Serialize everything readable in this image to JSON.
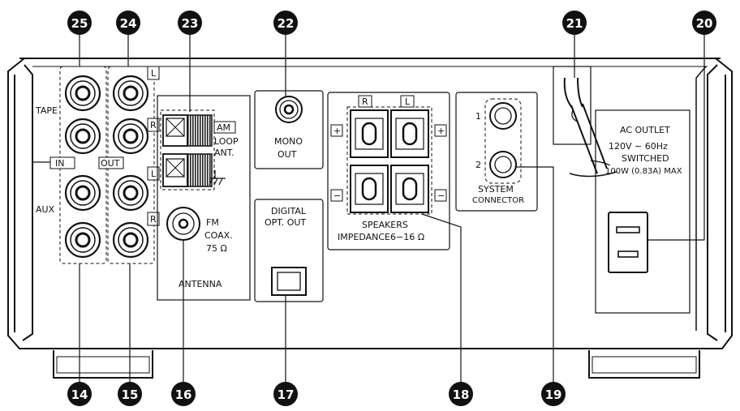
{
  "callouts": [
    "25",
    "24",
    "23",
    "22",
    "21",
    "20",
    "14",
    "15",
    "16",
    "17",
    "18",
    "19"
  ],
  "labels": {
    "tape": "TAPE",
    "aux": "AUX",
    "in": "IN",
    "out": "OUT",
    "l": "L",
    "r": "R",
    "am": "AM",
    "loop": "LOOP",
    "ant": "ANT.",
    "fm": "FM",
    "coax": "COAX.",
    "ohm75": "75 Ω",
    "antenna": "ANTENNA",
    "mono": "MONO",
    "mono_out": "OUT",
    "digital": "DIGITAL",
    "opt_out": "OPT. OUT",
    "plus": "+",
    "minus": "−",
    "speakers": "SPEAKERS",
    "impedance": "IMPEDANCE6−16 Ω",
    "sys_1": "1",
    "sys_2": "2",
    "system": "SYSTEM",
    "connector": "CONNECTOR",
    "ac_outlet": "AC OUTLET",
    "ac_voltage": "120V ∼  60Hz",
    "switched": "SWITCHED",
    "ac_max": "100W (0.83A) MAX"
  }
}
